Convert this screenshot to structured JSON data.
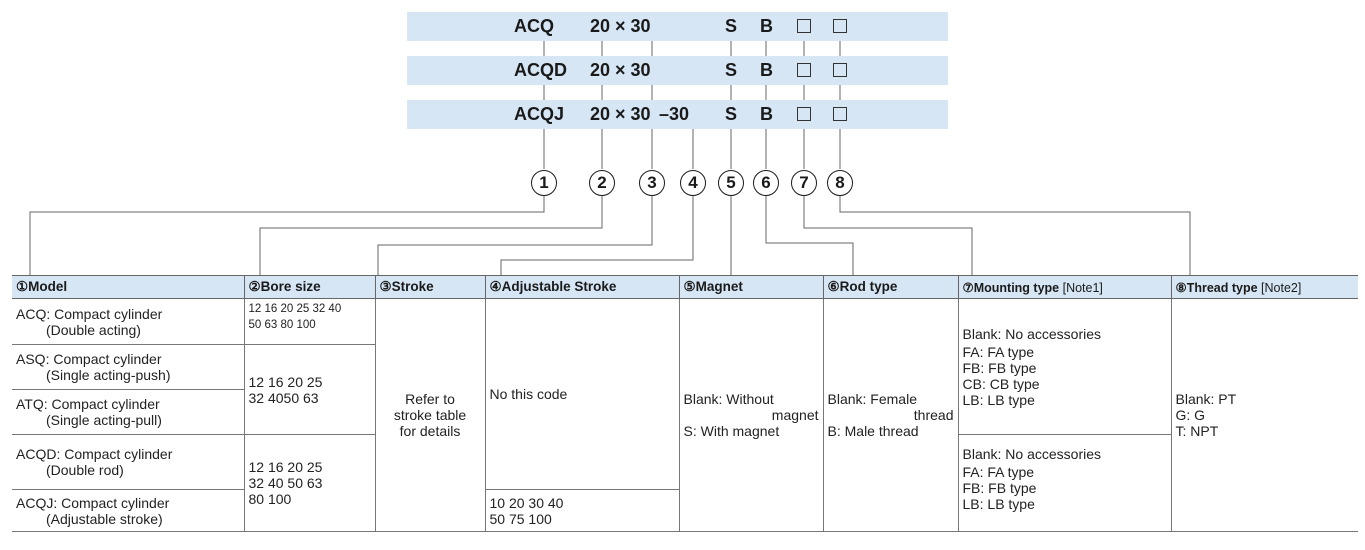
{
  "codes": {
    "line1": {
      "model": "ACQ",
      "size": "20 × 30",
      "stroke_adj": "",
      "magnet": "S",
      "rod": "B"
    },
    "line2": {
      "model": "ACQD",
      "size": "20 × 30",
      "stroke_adj": "",
      "magnet": "S",
      "rod": "B"
    },
    "line3": {
      "model": "ACQJ",
      "size": "20 × 30",
      "stroke_adj": "–30",
      "magnet": "S",
      "rod": "B"
    }
  },
  "circled": [
    "1",
    "2",
    "3",
    "4",
    "5",
    "6",
    "7",
    "8"
  ],
  "headers": {
    "model": {
      "num": "①",
      "label": "Model"
    },
    "bore": {
      "num": "②",
      "label": "Bore size"
    },
    "stroke": {
      "num": "③",
      "label": "Stroke"
    },
    "adjustable": {
      "num": "④",
      "label": "Adjustable Stroke"
    },
    "magnet": {
      "num": "⑤",
      "label": "Magnet"
    },
    "rod": {
      "num": "⑥",
      "label": "Rod type"
    },
    "mounting": {
      "num": "⑦",
      "label": "Mounting type",
      "note": " [Note1]"
    },
    "thread": {
      "num": "⑧",
      "label": "Thread type",
      "note": " [Note2]"
    }
  },
  "models": [
    {
      "code": "ACQ: Compact cylinder",
      "desc": "(Double acting)"
    },
    {
      "code": "ASQ: Compact cylinder",
      "desc": "(Single acting-push)"
    },
    {
      "code": "ATQ: Compact cylinder",
      "desc": "(Single acting-pull)"
    },
    {
      "code": "ACQD: Compact cylinder",
      "desc": "(Double rod)"
    },
    {
      "code": "ACQJ: Compact cylinder",
      "desc": "(Adjustable stroke)"
    }
  ],
  "bore": {
    "acq": [
      "12 16 20 25 32 40",
      "50 63 80 100"
    ],
    "asq_atq": [
      "12 16 20 25",
      "32 4050 63"
    ],
    "acqd_acqj": [
      "12 16 20 25",
      "32 40 50 63",
      "80 100"
    ]
  },
  "stroke": [
    "Refer to",
    "stroke table",
    "for details"
  ],
  "adjustable": {
    "none": "No this code",
    "values": [
      "10 20 30 40",
      "50 75 100"
    ]
  },
  "magnet": [
    "Blank: Without",
    "magnet",
    "S: With magnet"
  ],
  "rod": [
    "Blank: Female",
    "thread",
    "B: Male thread"
  ],
  "mounting": {
    "group1": [
      "Blank: No accessories",
      "FA: FA type",
      "FB: FB type",
      "CB: CB type",
      "LB: LB type"
    ],
    "group2": [
      "Blank: No accessories",
      "FA: FA type",
      "FB: FB type",
      "LB: LB type"
    ]
  },
  "thread": [
    "Blank: PT",
    "G: G",
    "T:  NPT"
  ]
}
